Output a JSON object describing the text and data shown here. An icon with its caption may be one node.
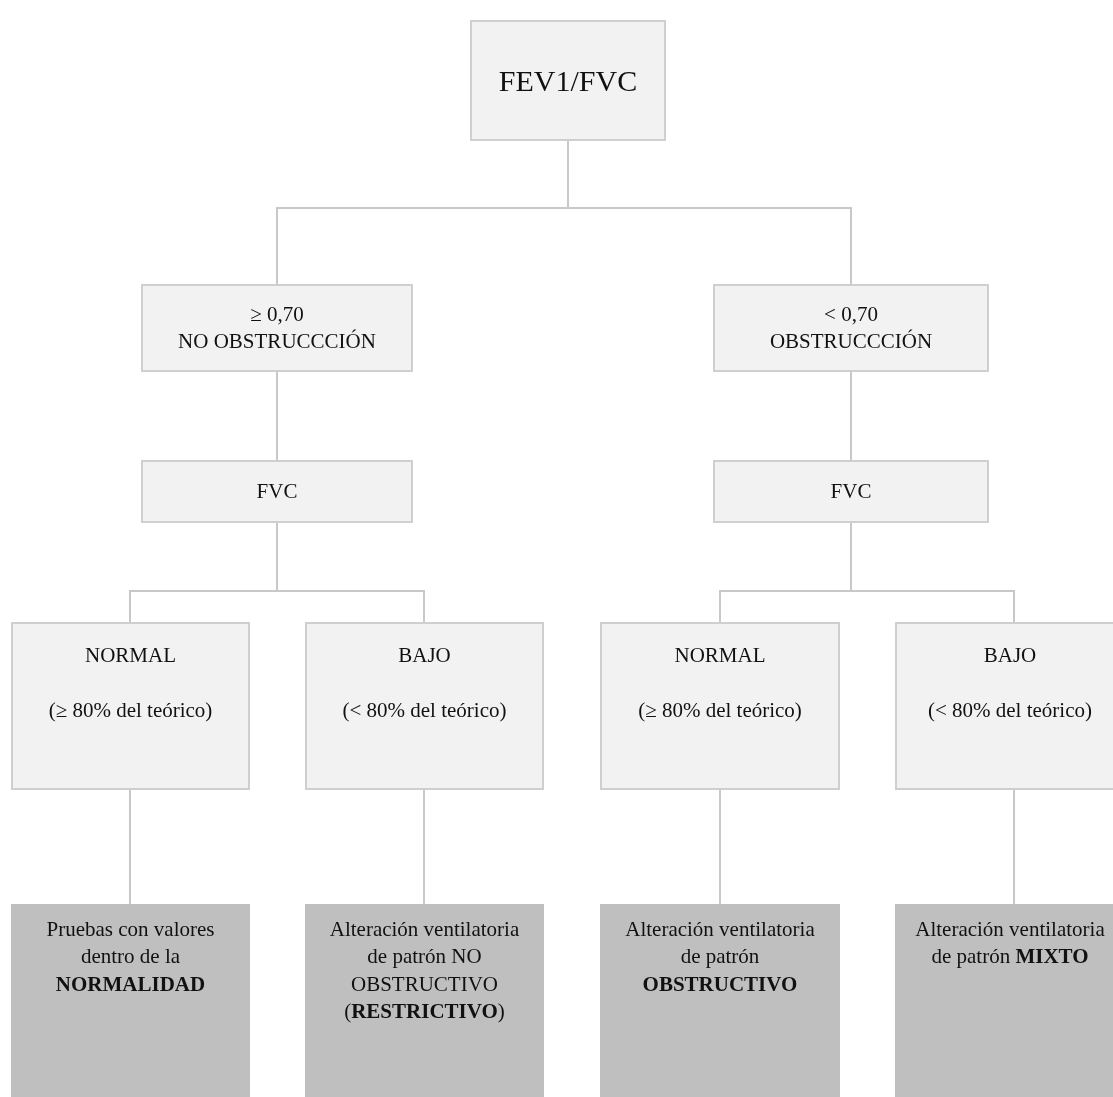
{
  "diagram": {
    "nodes": [
      {
        "text": [
          "FEV1/FVC"
        ]
      },
      {
        "text": [
          "≥ 0,70",
          "NO OBSTRUCCCIÓN"
        ]
      },
      {
        "text": [
          "< 0,70",
          "OBSTRUCCCIÓN"
        ]
      },
      {
        "text": [
          "FVC"
        ]
      },
      {
        "text": [
          "FVC"
        ]
      },
      {
        "text": [
          "NORMAL",
          "(≥ 80% del teórico)"
        ]
      },
      {
        "text": [
          "BAJO",
          "(< 80% del teórico)"
        ]
      },
      {
        "text": [
          "NORMAL",
          "(≥ 80% del teórico)"
        ]
      },
      {
        "text": [
          "BAJO",
          "(< 80% del teórico)"
        ]
      },
      {
        "text": [
          "Pruebas con valores dentro de la **NORMALIDAD**"
        ]
      },
      {
        "text": [
          "Alteración ventilatoria de patrón NO OBSTRUCTIVO (**RESTRICTIVO**)"
        ]
      },
      {
        "text": [
          "Alteración ventilatoria de patrón **OBSTRUCTIVO**"
        ]
      },
      {
        "text": [
          "Alteración ventilatoria de patrón **MIXTO**"
        ]
      }
    ],
    "edges": [
      {
        "from": 0,
        "to": 1,
        "arrow": "none"
      },
      {
        "from": 0,
        "to": 2,
        "arrow": "none"
      },
      {
        "from": 1,
        "to": 3,
        "arrow": "none"
      },
      {
        "from": 2,
        "to": 4,
        "arrow": "none"
      },
      {
        "from": 3,
        "to": 5,
        "arrow": "none"
      },
      {
        "from": 3,
        "to": 6,
        "arrow": "none"
      },
      {
        "from": 4,
        "to": 7,
        "arrow": "none"
      },
      {
        "from": 4,
        "to": 8,
        "arrow": "none"
      },
      {
        "from": 5,
        "to": 9,
        "arrow": "none"
      },
      {
        "from": 6,
        "to": 10,
        "arrow": "none"
      },
      {
        "from": 7,
        "to": 11,
        "arrow": "none"
      },
      {
        "from": 8,
        "to": 12,
        "arrow": "none"
      }
    ]
  }
}
